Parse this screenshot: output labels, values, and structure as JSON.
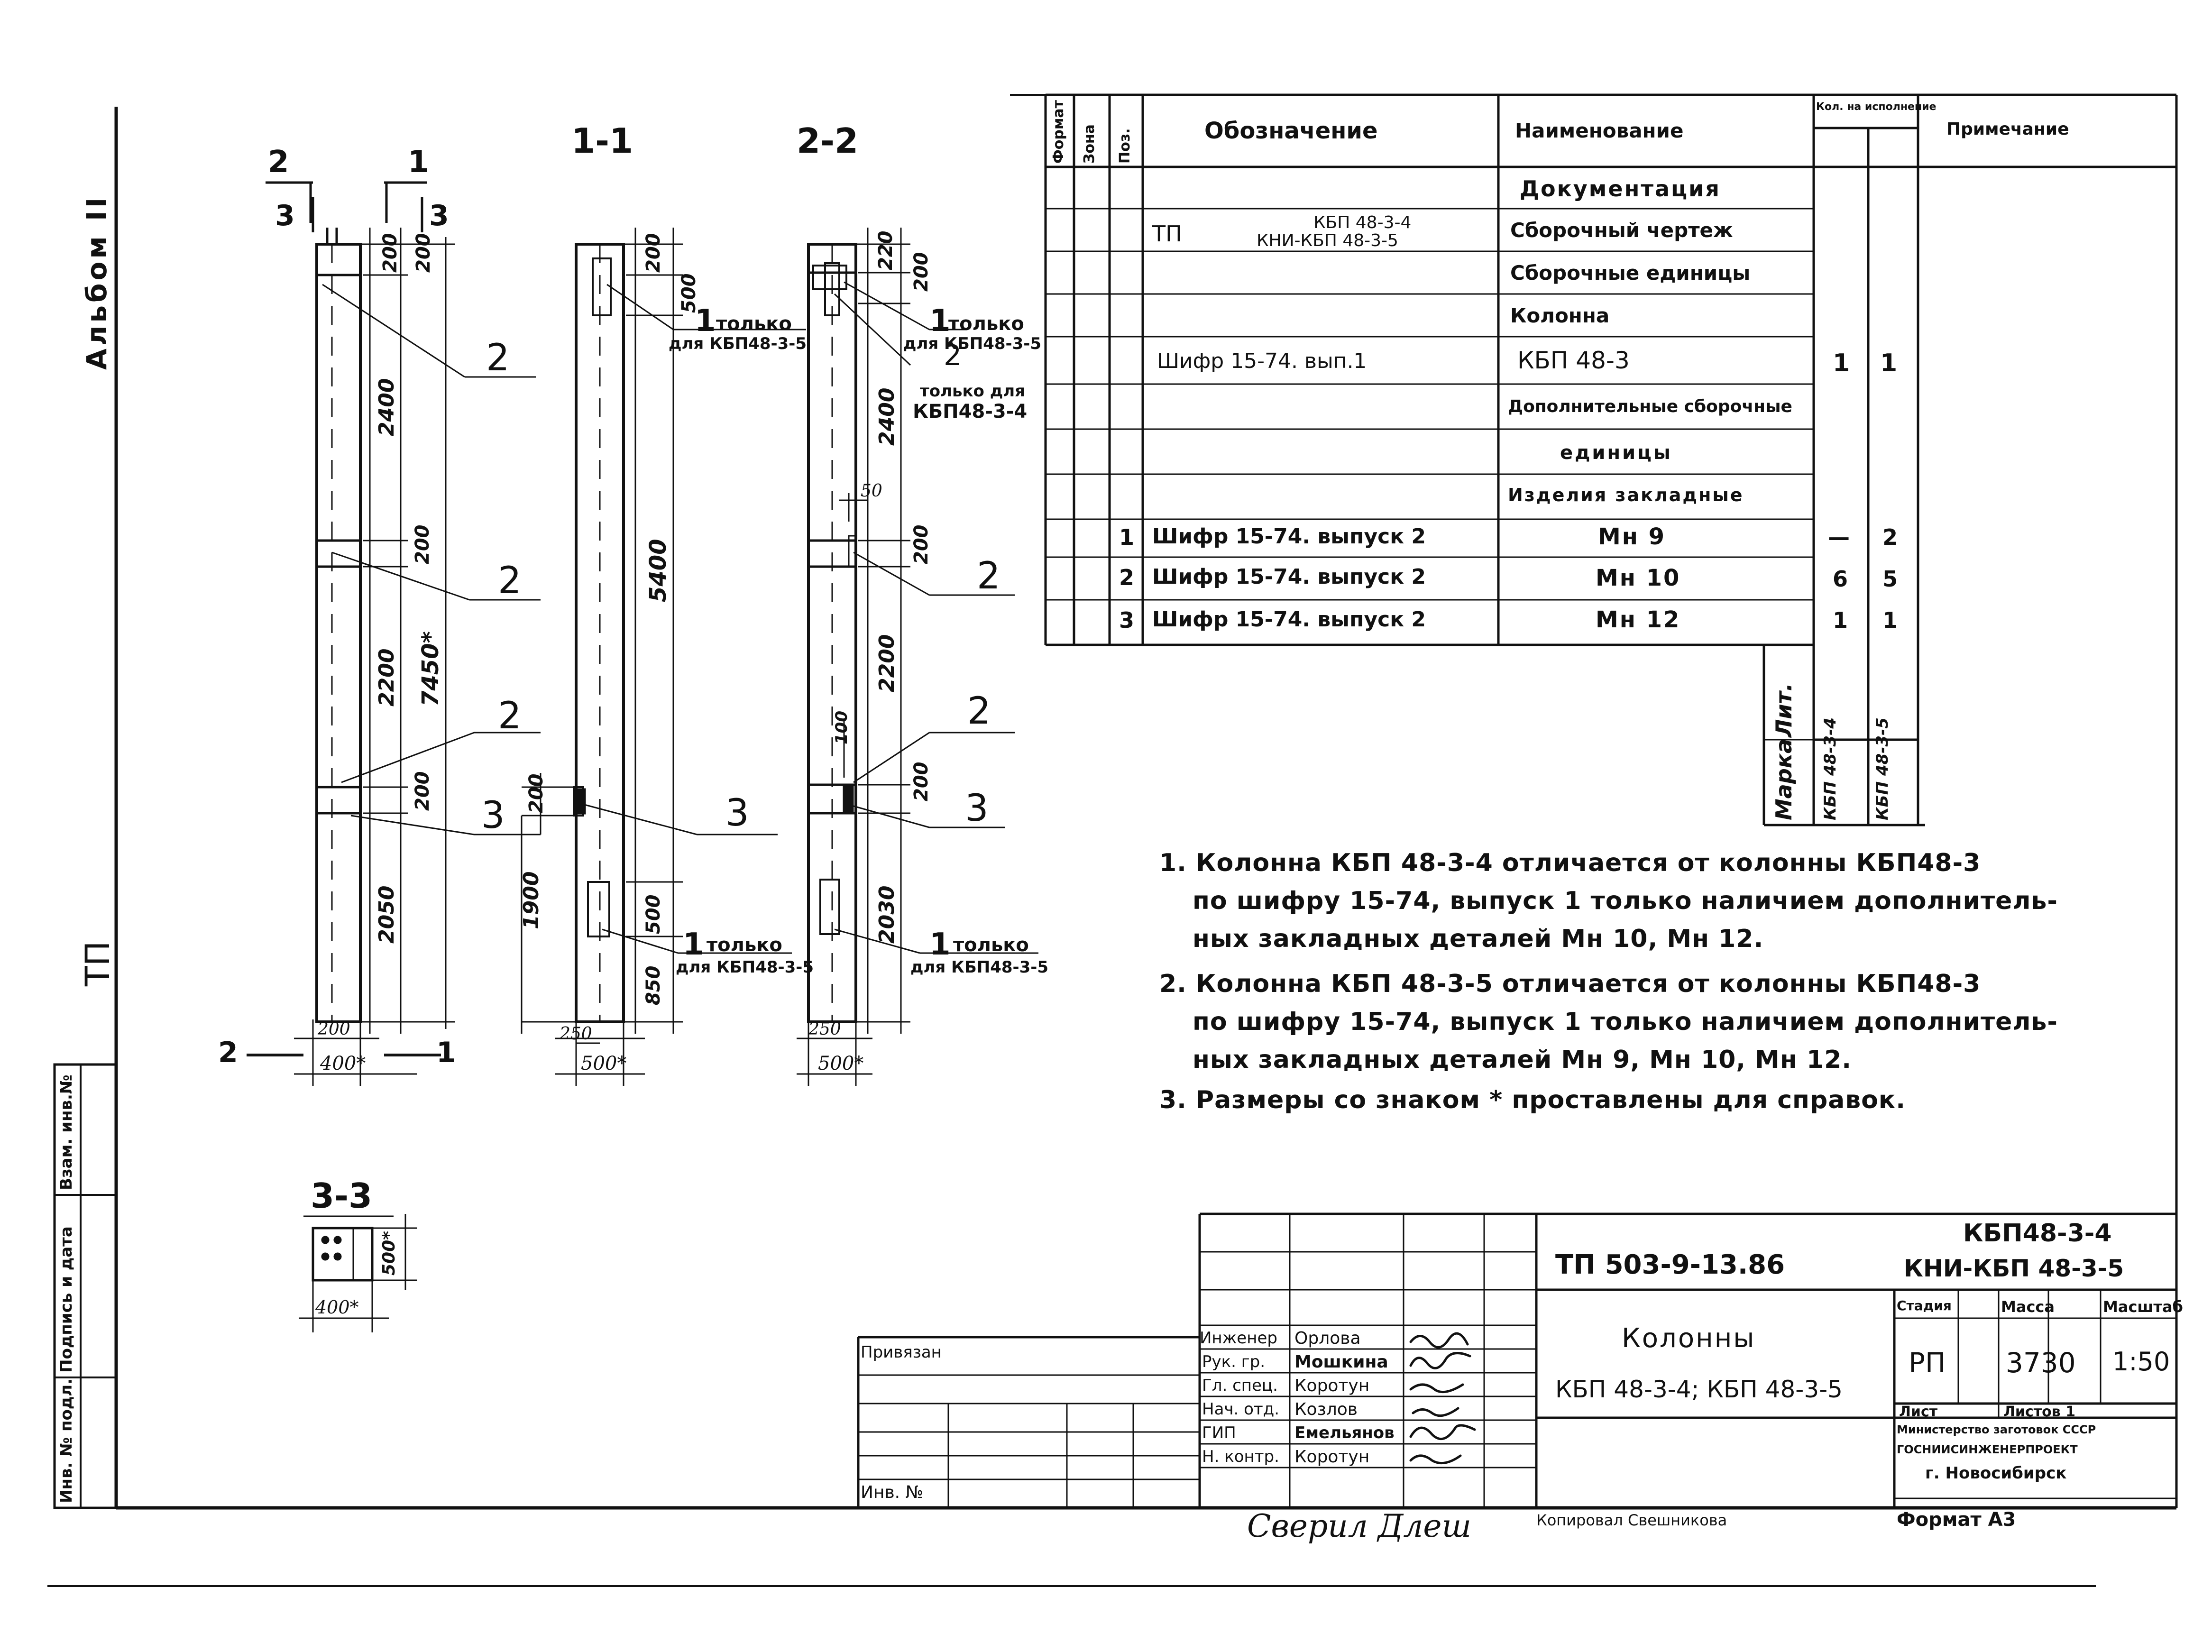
{
  "album_label": "Альбом II",
  "series_label": "ТП",
  "left_strip": [
    "Инв. № подл.",
    "Подпись и дата",
    "Взам. инв.№"
  ],
  "sections": {
    "cut_1_1": "1-1",
    "cut_2_2": "2-2",
    "cut_3_3": "3-3",
    "cut_marks": [
      "2",
      "1",
      "3",
      "3"
    ]
  },
  "dimensions": {
    "col1": [
      "200",
      "200",
      "2400",
      "200",
      "2200",
      "200",
      "2050",
      "7450*",
      "200",
      "400*"
    ],
    "col2": [
      "200",
      "500",
      "5400",
      "200",
      "1900",
      "500",
      "850",
      "250",
      "500*"
    ],
    "col3": [
      "220",
      "200",
      "2400",
      "50",
      "200",
      "2200",
      "100",
      "200",
      "2030",
      "250",
      "500*"
    ],
    "sec33": [
      "500*",
      "400*"
    ]
  },
  "callouts": {
    "mark_1": "1",
    "mark_2": "2",
    "mark_3": "3",
    "only": "только",
    "for_kbp5": "для КБП48-3-5",
    "only_for": "только для",
    "kbp4": "КБП48-3-4"
  },
  "spec_table": {
    "headers": {
      "format": "Формат",
      "zone": "Зона",
      "pos": "Поз.",
      "designation": "Обозначение",
      "name": "Наименование",
      "qty": "Кол. на исполнение",
      "note": "Примечание"
    },
    "rows": [
      {
        "pos": "",
        "designation": "",
        "name": "Документация",
        "q1": "",
        "q2": ""
      },
      {
        "pos": "",
        "designation": "ТП",
        "designation_sub": [
          "КБП 48-3-4",
          "КНИ-КБП 48-3-5"
        ],
        "name": "Сборочный чертеж",
        "q1": "",
        "q2": ""
      },
      {
        "pos": "",
        "designation": "",
        "name": "Сборочные единицы",
        "q1": "",
        "q2": ""
      },
      {
        "pos": "",
        "designation": "",
        "name": "Колонна",
        "q1": "",
        "q2": ""
      },
      {
        "pos": "",
        "designation": "Шифр 15-74. вып.1",
        "name": "КБП 48-3",
        "q1": "1",
        "q2": "1"
      },
      {
        "pos": "",
        "designation": "",
        "name": "Дополнительные сборочные",
        "q1": "",
        "q2": ""
      },
      {
        "pos": "",
        "designation": "",
        "name": "единицы",
        "q1": "",
        "q2": ""
      },
      {
        "pos": "",
        "designation": "",
        "name": "Изделия закладные",
        "q1": "",
        "q2": ""
      },
      {
        "pos": "1",
        "designation": "Шифр 15-74. выпуск 2",
        "name": "Мн 9",
        "q1": "—",
        "q2": "2"
      },
      {
        "pos": "2",
        "designation": "Шифр 15-74. выпуск 2",
        "name": "Мн 10",
        "q1": "6",
        "q2": "5"
      },
      {
        "pos": "3",
        "designation": "Шифр 15-74. выпуск 2",
        "name": "Мн 12",
        "q1": "1",
        "q2": "1"
      }
    ],
    "marka_label": "Марка",
    "lit_label": "Лит.",
    "marks": [
      "КБП 48-3-4",
      "КБП 48-3-5"
    ]
  },
  "notes": [
    "1. Колонна КБП 48-3-4 отличается от колонны КБП48-3",
    "по шифру 15-74, выпуск 1 только наличием дополнитель-",
    "ных закладных деталей Мн 10, Мн 12.",
    "2. Колонна КБП 48-3-5 отличается от колонны КБП48-3",
    "по шифру 15-74, выпуск 1 только наличием дополнитель-",
    "ных закладных деталей Мн 9, Мн 10, Мн 12.",
    "3. Размеры со знаком * проставлены для справок."
  ],
  "title_block": {
    "doc_code": "ТП 503-9-13.86",
    "mark_line1": "КБП48-3-4",
    "mark_line2": "КНИ-КБП 48-3-5",
    "title1": "Колонны",
    "title2": "КБП 48-3-4; КБП 48-3-5",
    "stage_label": "Стадия",
    "mass_label": "Масса",
    "scale_label": "Масштаб",
    "stage": "РП",
    "mass": "3730",
    "scale": "1:50",
    "sheet_label": "Лист",
    "sheets_label": "Листов 1",
    "org1": "Министерство заготовок СССР",
    "org2": "ГОСНИИСИНЖЕНЕРПРОЕКТ",
    "org3": "г. Новосибирск",
    "roles": [
      "Инженер",
      "Рук. гр.",
      "Гл. спец.",
      "Нач. отд.",
      "ГИП",
      "Н. контр."
    ],
    "names": [
      "Орлова",
      "Мошкина",
      "Коротун",
      "Козлов",
      "Емельянов",
      "Коротун"
    ],
    "bound_label": "Привязан",
    "inv_label": "Инв. №",
    "copied": "Копировал Свешникова",
    "format": "Формат А3",
    "checked": "Сверил Длеш"
  }
}
